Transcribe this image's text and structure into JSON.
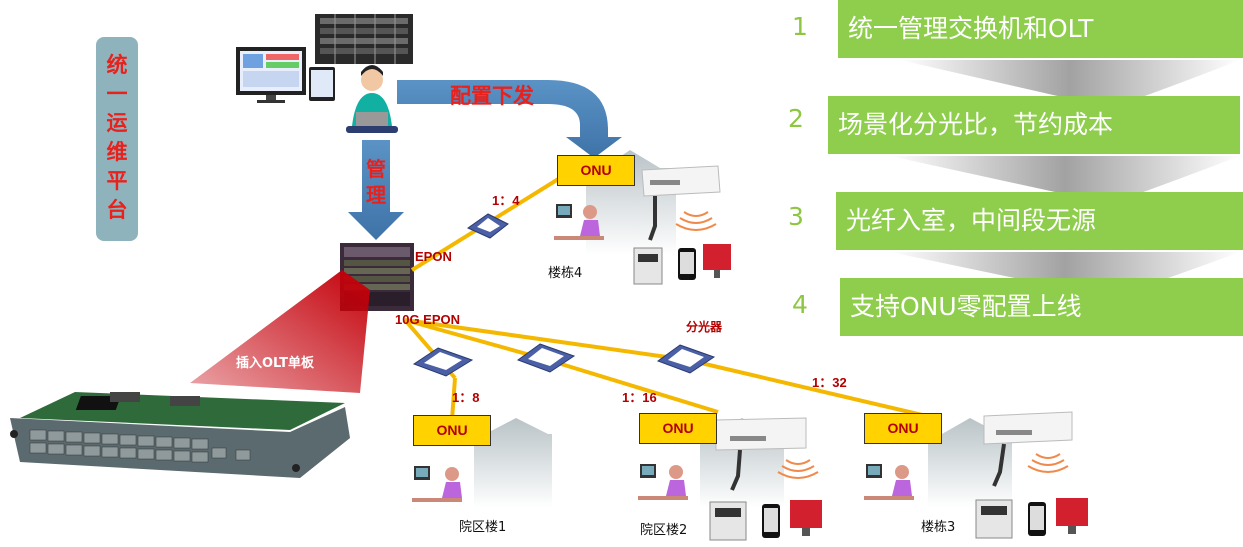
{
  "platform_label": [
    "统",
    "一",
    "运",
    "维",
    "平",
    "台"
  ],
  "config_label": "配置下发",
  "manage_label": [
    "管",
    "理"
  ],
  "features": [
    {
      "num": "1",
      "text": "统一管理交换机和OLT"
    },
    {
      "num": "2",
      "text": "场景化分光比，节约成本"
    },
    {
      "num": "3",
      "text": "光纤入室，中间段无源"
    },
    {
      "num": "4",
      "text": "支持ONU零配置上线"
    }
  ],
  "olt_ports": {
    "epon": "EPON",
    "epon10g": "10G EPON"
  },
  "insert_card_label": "插入OLT单板",
  "splitter_label": "分光器",
  "ratios": {
    "r4": "1：4",
    "r8": "1：8",
    "r16": "1：16",
    "r32": "1：32"
  },
  "onu_label": "ONU",
  "buildings": {
    "b4": "楼栋4",
    "campus1": "院区楼1",
    "campus2": "院区楼2",
    "b3": "楼栋3"
  },
  "colors": {
    "feature_green": "#8ece4c",
    "number_green": "#8dc641",
    "fiber_yellow": "#f5b800",
    "arrow_blue": "#4f84b5",
    "onu_yellow": "#ffd200",
    "label_red": "#b30000",
    "platform_bg": "#8fb3bd"
  }
}
